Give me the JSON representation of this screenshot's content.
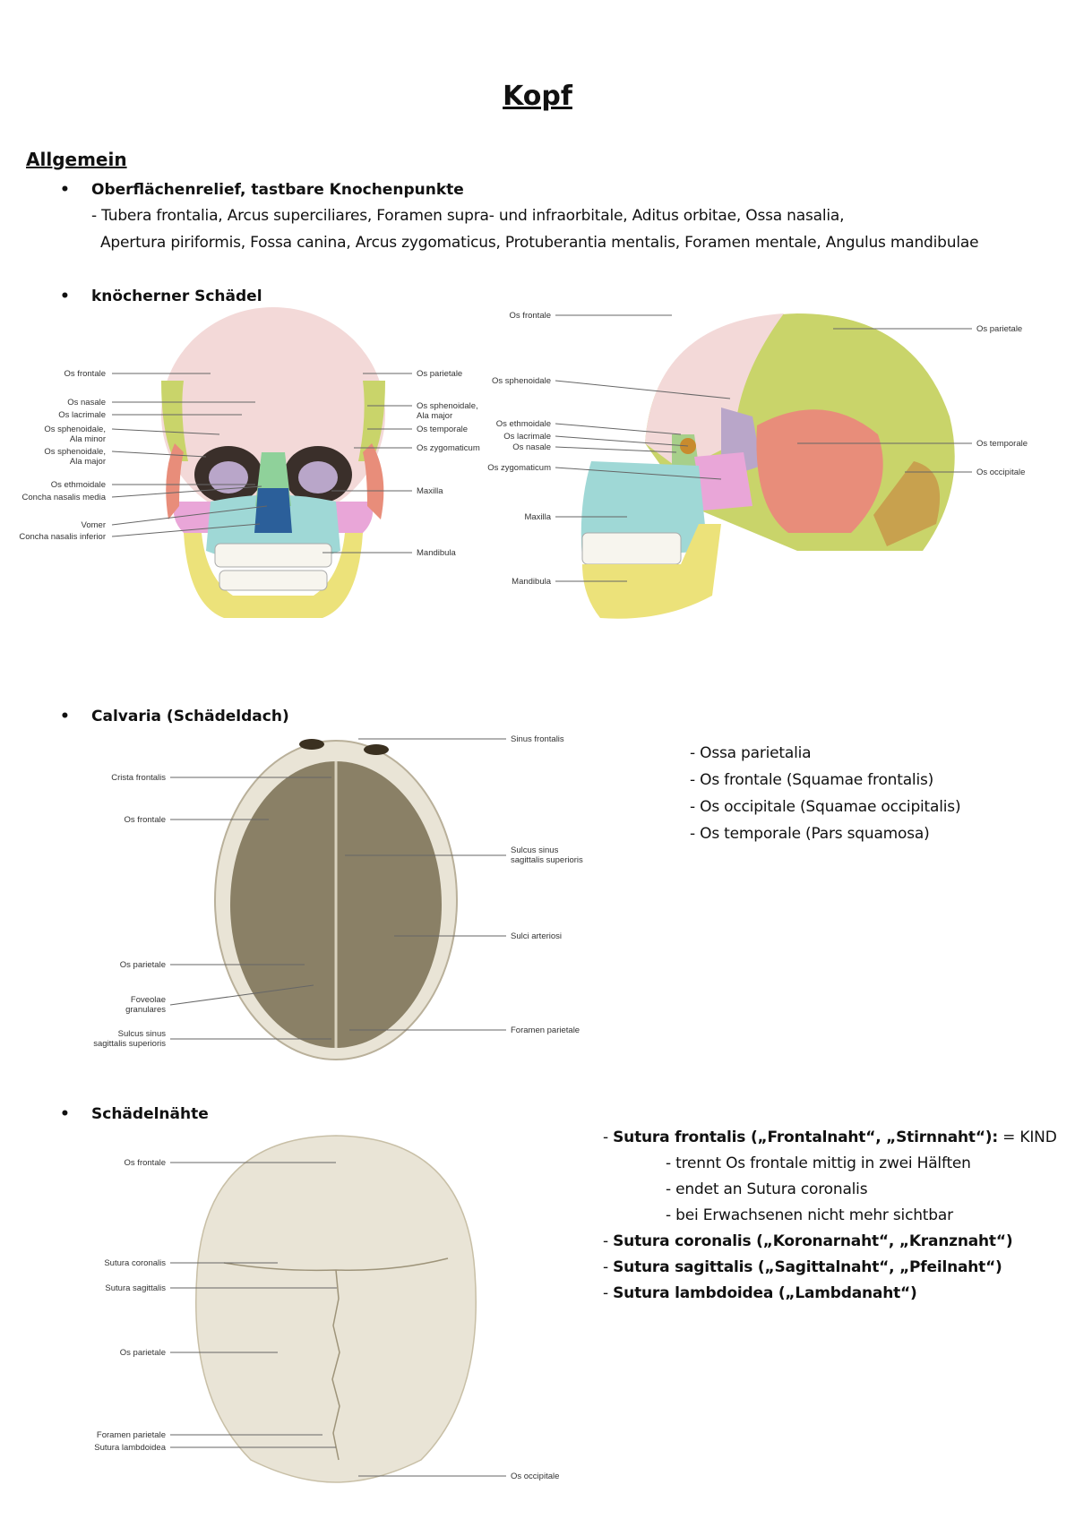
{
  "title": "Kopf",
  "section": "Allgemein",
  "bullets": {
    "relief": {
      "heading": "Oberflächenrelief, tastbare Knochenpunkte",
      "line1": "- Tubera frontalia, Arcus superciliares, Foramen supra- und infraorbitale, Aditus orbitae, Ossa nasalia,",
      "line2": "Apertura piriformis, Fossa canina, Arcus zygomaticus, Protuberantia mentalis, Foramen mentale, Angulus mandibulae"
    },
    "skull": {
      "heading": "knöcherner Schädel"
    },
    "calvaria": {
      "heading": "Calvaria (Schädeldach)",
      "list": [
        "- Ossa parietalia",
        "- Os frontale (Squamae frontalis)",
        "- Os occipitale (Squamae occipitalis)",
        "- Os temporale (Pars squamosa)"
      ]
    },
    "sutures": {
      "heading": "Schädelnähte",
      "frontalis": {
        "dash": "- ",
        "name": "Sutura frontalis",
        "desc": " („Frontalnaht“, „Stirnnaht“):",
        "tail": " = KIND"
      },
      "sub": [
        "- trennt Os frontale mittig in zwei Hälften",
        "- endet an Sutura coronalis",
        "- bei Erwachsenen nicht mehr sichtbar"
      ],
      "coronalis": {
        "dash": "- ",
        "name": "Sutura coronalis",
        "desc": " („Koronarnaht“, „Kranznaht“)"
      },
      "sagittalis": {
        "dash": "- ",
        "name": "Sutura sagittalis",
        "desc": " („Sagittalnaht“, „Pfeilnaht“)"
      },
      "lambdoidea": {
        "dash": "- ",
        "name": "Sutura lambdoidea",
        "desc": " („Lambdanaht“)"
      }
    }
  },
  "front_skull_labels": {
    "left": [
      "Os frontale",
      "Os nasale",
      "Os lacrimale",
      "Os sphenoidale,",
      "Ala minor",
      "Os sphenoidale,",
      "Ala major",
      "Os ethmoidale",
      "Concha nasalis media",
      "Vomer",
      "Concha nasalis inferior"
    ],
    "right": [
      "Os parietale",
      "Os sphenoidale,",
      "Ala major",
      "Os temporale",
      "Os zygomaticum",
      "Maxilla",
      "Mandibula"
    ]
  },
  "side_skull_labels": {
    "left": [
      "Os frontale",
      "Os sphenoidale",
      "Os ethmoidale",
      "Os lacrimale",
      "Os nasale",
      "Os zygomaticum",
      "Maxilla",
      "Mandibula"
    ],
    "right": [
      "Os parietale",
      "Os temporale",
      "Os occipitale"
    ]
  },
  "calvaria_labels": {
    "left": [
      "Crista frontalis",
      "Os frontale",
      "Os parietale",
      "Foveolae",
      "granulares",
      "Sulcus sinus",
      "sagittalis superioris"
    ],
    "right": [
      "Sinus frontalis",
      "Sulcus sinus",
      "sagittalis superioris",
      "Sulci arteriosi",
      "Foramen parietale"
    ]
  },
  "suture_labels": {
    "left": [
      "Os frontale",
      "Sutura coronalis",
      "Sutura sagittalis",
      "Os parietale",
      "Foramen parietale",
      "Sutura lambdoidea"
    ],
    "right": [
      "Os occipitale"
    ]
  },
  "colors": {
    "frontale": "#f3d9d8",
    "parietale": "#c9d46a",
    "temporale": "#e88d7a",
    "sphenoid": "#b9a6c9",
    "zygomatic": "#e9a6d8",
    "maxilla": "#9fd8d6",
    "mandible": "#ece27a",
    "occipital": "#c8a14e",
    "bone": "#e9e4d6",
    "bone_dark": "#8a8066"
  }
}
